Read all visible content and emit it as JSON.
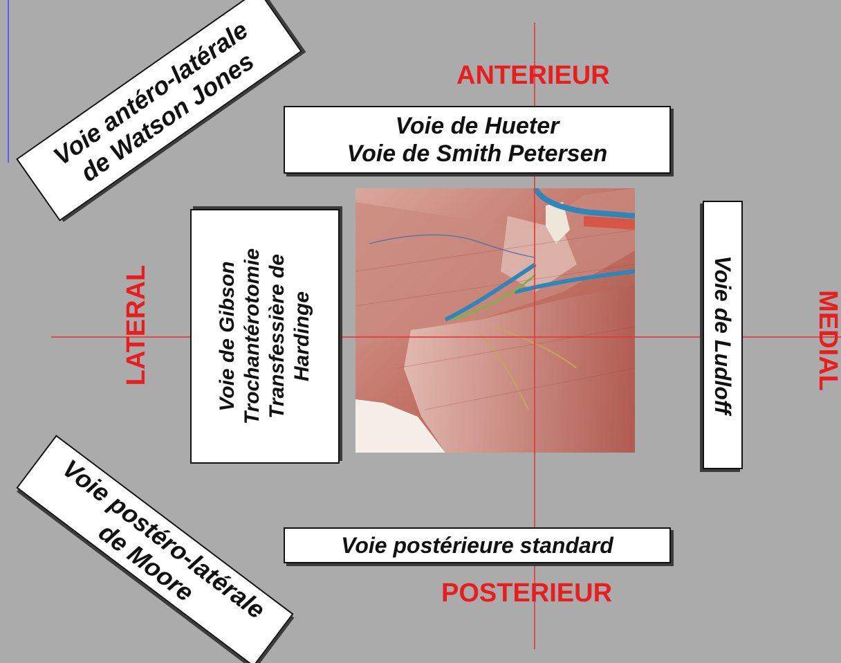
{
  "directions": {
    "anterior": "ANTERIEUR",
    "posterior": "POSTERIEUR",
    "lateral": "LATERAL",
    "medial": "MEDIAL"
  },
  "approaches": {
    "anterior_box": [
      "Voie de Hueter",
      "Voie de Smith Petersen"
    ],
    "posterior_box": [
      "Voie postérieure standard"
    ],
    "lateral_box": [
      "Voie de Gibson",
      "Trochantérotomie",
      "Transfessière de",
      "Hardinge"
    ],
    "medial_box": [
      "Voie de Ludloff"
    ],
    "anterolateral_box": [
      "Voie antéro-latérale",
      "de Watson Jones"
    ],
    "posterolateral_box": [
      "Voie postéro-latérale",
      "de Moore"
    ]
  },
  "colors": {
    "background": "#ababab",
    "axis": "#e23a3a",
    "direction_text": "#e81e1e"
  }
}
